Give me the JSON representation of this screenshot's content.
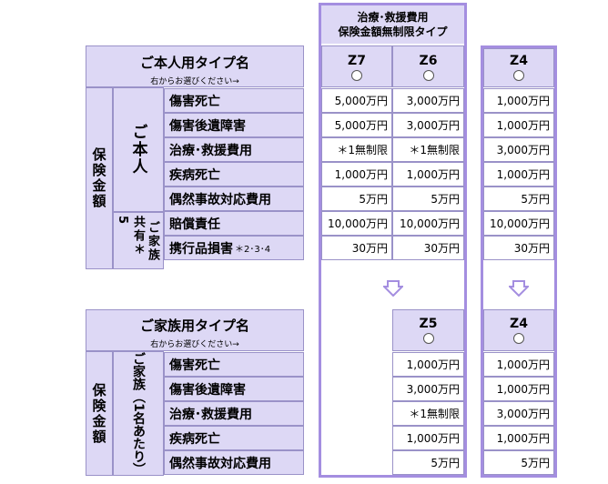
{
  "top_header": {
    "line1": "治療･救援費用",
    "line2": "保険金額無制限タイプ"
  },
  "self_section": {
    "title": "ご本人用タイプ名",
    "subtitle": "右からお選びください→",
    "group_label": "保険金額",
    "self_label": "ご本人",
    "shared_label": "共有＊5",
    "family_label": "ご家族",
    "rows": [
      {
        "label": "傷害死亡",
        "z7": "5,000万円",
        "z6": "3,000万円",
        "z4": "1,000万円"
      },
      {
        "label": "傷害後遺障害",
        "z7": "5,000万円",
        "z6": "3,000万円",
        "z4": "1,000万円"
      },
      {
        "label": "治療･救援費用",
        "z7": "＊1無制限",
        "z6": "＊1無制限",
        "z4": "3,000万円"
      },
      {
        "label": "疾病死亡",
        "z7": "1,000万円",
        "z6": "1,000万円",
        "z4": "1,000万円"
      },
      {
        "label": "偶然事故対応費用",
        "z7": "5万円",
        "z6": "5万円",
        "z4": "5万円"
      },
      {
        "label": "賠償責任",
        "z7": "10,000万円",
        "z6": "10,000万円",
        "z4": "10,000万円"
      },
      {
        "label": "携行品損害",
        "note": "＊2･3･4",
        "z7": "30万円",
        "z6": "30万円",
        "z4": "30万円"
      }
    ]
  },
  "family_section": {
    "title": "ご家族用タイプ名",
    "subtitle": "右からお選びください→",
    "group_label": "保険金額",
    "family_label": "ご家族（1名あたり）",
    "rows": [
      {
        "label": "傷害死亡",
        "z5": "1,000万円",
        "z4": "1,000万円"
      },
      {
        "label": "傷害後遺障害",
        "z5": "3,000万円",
        "z4": "1,000万円"
      },
      {
        "label": "治療･救援費用",
        "z5": "＊1無制限",
        "z4": "3,000万円"
      },
      {
        "label": "疾病死亡",
        "z5": "1,000万円",
        "z4": "1,000万円"
      },
      {
        "label": "偶然事故対応費用",
        "z5": "5万円",
        "z4": "5万円"
      }
    ]
  },
  "plans": {
    "z7": "Z7",
    "z6": "Z6",
    "z4": "Z4",
    "z5": "Z5",
    "z4_family": "Z4"
  },
  "colors": {
    "header_bg": "#ddd8f5",
    "border": "#9a92c8",
    "frame": "#a48ee0",
    "arrow": "#a48ee0"
  }
}
